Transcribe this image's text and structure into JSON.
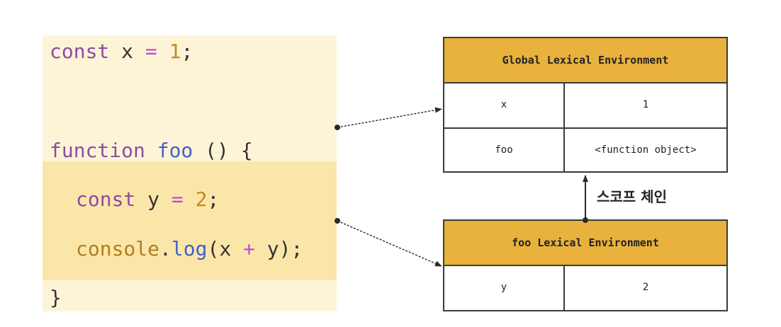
{
  "code": {
    "line1": {
      "kw": "const",
      "id": "x",
      "op": "=",
      "num": "1",
      "end": ";"
    },
    "line2": {
      "kw": "function",
      "fn": "foo",
      "rest": "() {"
    },
    "line3": {
      "kw": "const",
      "id": "y",
      "op": "=",
      "num": "2",
      "end": ";"
    },
    "line4": {
      "obj": "console",
      "dot": ".",
      "fn": "log",
      "open": "(",
      "a": "x",
      "op": "+",
      "b": "y",
      "close": ");"
    },
    "line5": {
      "brace": "}"
    }
  },
  "global_env": {
    "title": "Global Lexical Environment",
    "rows": [
      {
        "key": "x",
        "value": "1"
      },
      {
        "key": "foo",
        "value": "<function object>"
      }
    ]
  },
  "foo_env": {
    "title": "foo Lexical Environment",
    "rows": [
      {
        "key": "y",
        "value": "2"
      }
    ]
  },
  "scope_chain_label": "스코프 체인",
  "colors": {
    "header": "#e9b23c",
    "code_outer_bg": "#fdf4d8",
    "code_inner_bg": "#fbe6aa",
    "border": "#3b3b3b"
  }
}
